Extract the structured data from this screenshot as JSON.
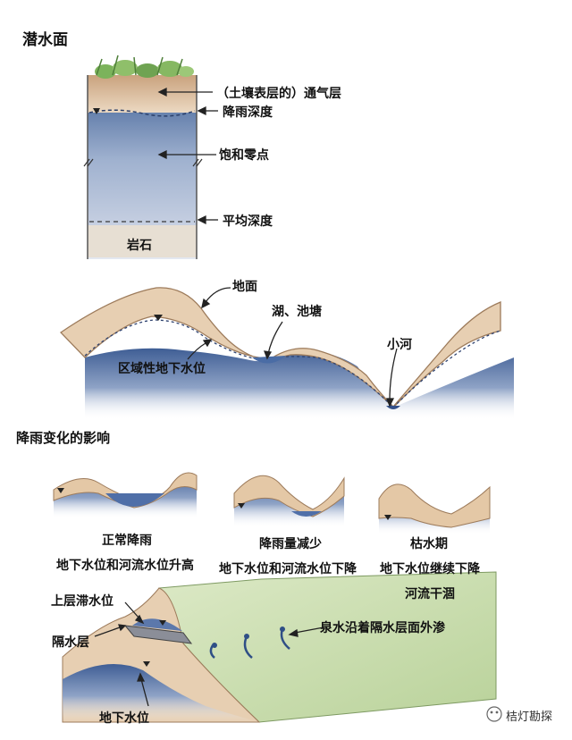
{
  "diagram_title": "潜水面",
  "column": {
    "aeration_zone": "（土壤表层的）通气层",
    "rain_depth": "降雨深度",
    "saturation_zero": "饱和零点",
    "average_depth": "平均深度",
    "rock": "岩石"
  },
  "landscape": {
    "ground": "地面",
    "lake_pond": "湖、池塘",
    "regional_water_table": "区域性地下水位",
    "creek": "小河"
  },
  "rain_effect": {
    "title": "降雨变化的影响",
    "normal": {
      "name": "正常降雨",
      "desc": "地下水位和河流水位升高"
    },
    "reduced": {
      "name": "降雨量减少",
      "desc": "地下水位和河流水位下降"
    },
    "dry": {
      "name": "枯水期",
      "desc": "地下水位继续下降",
      "desc2": "河流干涸"
    }
  },
  "perched": {
    "perched_water": "上层滞水位",
    "aquiclude": "隔水层",
    "spring": "泉水沿着隔水层面外渗",
    "water_table": "地下水位"
  },
  "watermark": "桔灯勘探",
  "colors": {
    "soil": "#e2c7a6",
    "soil_dark": "#b48a66",
    "water": "#3d5c93",
    "water_light": "#a9b8d2",
    "grass": "#cfe0b5",
    "green_plant": "#6fa352"
  }
}
